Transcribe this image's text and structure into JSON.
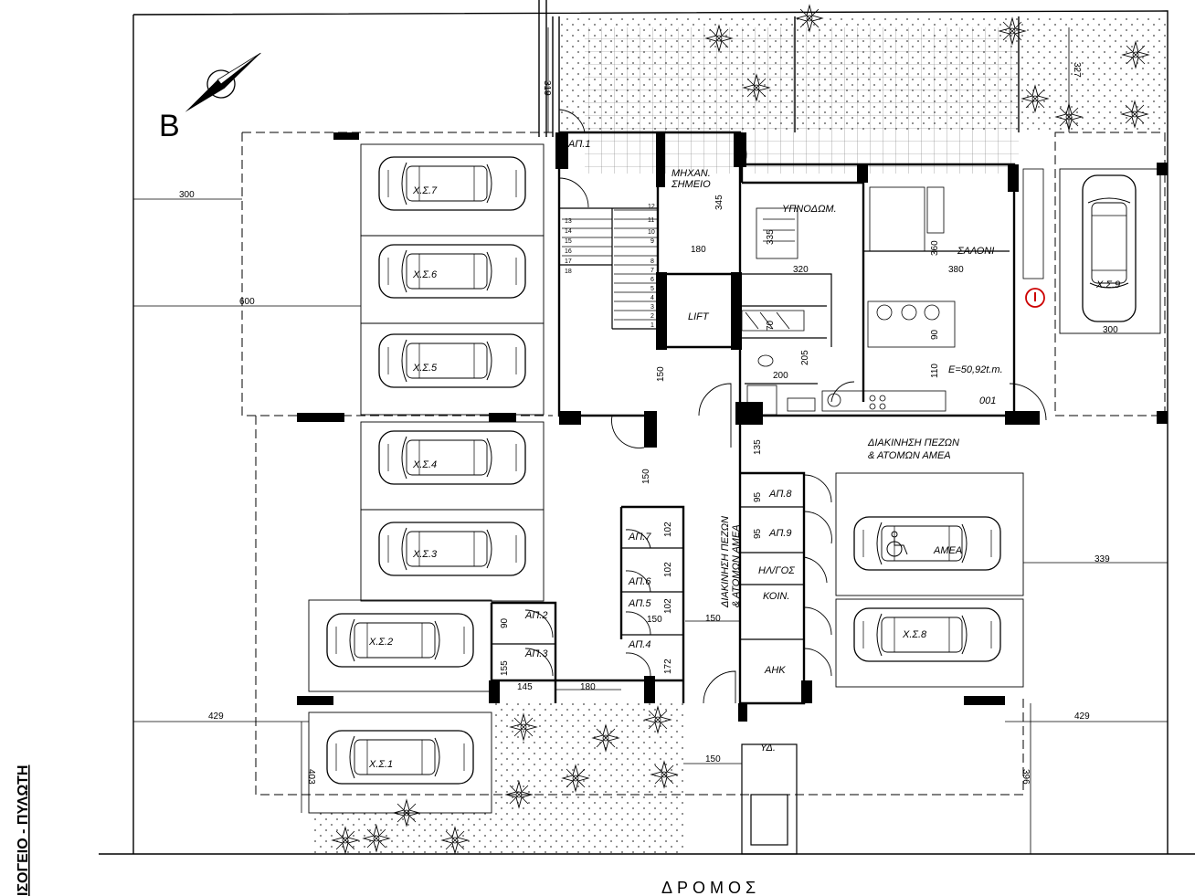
{
  "north": {
    "label": "B"
  },
  "side_title": "ΙΣΟΓΕΙΟ - ΠΥΛΩΤΗ",
  "road": "ΔΡΟΜΟΣ",
  "parking": [
    "Χ.Σ.7",
    "Χ.Σ.6",
    "Χ.Σ.5",
    "Χ.Σ.4",
    "Χ.Σ.3",
    "Χ.Σ.2",
    "Χ.Σ.1",
    "Χ.Σ.9",
    "Χ.Σ.8",
    "ΑΜΕΑ"
  ],
  "storage": [
    "ΑΠ.1",
    "ΑΠ.2",
    "ΑΠ.3",
    "ΑΠ.4",
    "ΑΠ.5",
    "ΑΠ.6",
    "ΑΠ.7",
    "ΑΠ.8",
    "ΑΠ.9"
  ],
  "rooms": {
    "mech": [
      "ΜΗΧΑΝ.",
      "ΣΗΜΕΙΟ"
    ],
    "lift": "LIFT",
    "bedroom": "ΥΠΝΟΔΩΜ.",
    "living": "ΣΑΛΟΝΙ",
    "area": "E=50,92t.m.",
    "flat_no": "001",
    "hlgos": "ΗΛ/ΓΟΣ",
    "koin": "ΚΟΙΝ.",
    "ahk": "ΑΗΚ",
    "yd": "ΥΔ."
  },
  "circulation": {
    "horizontal": [
      "ΔΙΑΚΙΝΗΣΗ ΠΕΖΩΝ",
      "& ΑΤΟΜΩΝ ΑΜΕΑ"
    ],
    "vertical": [
      "ΔΙΑΚΙΝΗΣΗ ΠΕΖΩΝ",
      "& ΑΤΟΜΩΝ ΑΜΕΑ"
    ]
  },
  "dims": {
    "d319": "319",
    "d327": "327",
    "d300a": "300",
    "d600": "600",
    "d345": "345",
    "d180a": "180",
    "d320": "320",
    "d380": "380",
    "d335": "335",
    "d360": "360",
    "d300b": "300",
    "d70": "70",
    "d205": "205",
    "d200": "200",
    "d90a": "90",
    "d110": "110",
    "d150a": "150",
    "d135": "135",
    "d150b": "150",
    "d95a": "95",
    "d95b": "95",
    "d102a": "102",
    "d102b": "102",
    "d102c": "102",
    "d150c": "150",
    "d150d": "150",
    "d172": "172",
    "d90b": "90",
    "d155": "155",
    "d145": "145",
    "d180b": "180",
    "d339": "339",
    "d429a": "429",
    "d429b": "429",
    "d403": "403",
    "d396": "396",
    "d150e": "150"
  },
  "stairs": [
    "1",
    "2",
    "3",
    "4",
    "5",
    "6",
    "7",
    "8",
    "9",
    "10",
    "11",
    "12",
    "13",
    "14",
    "15",
    "16",
    "17",
    "18"
  ]
}
